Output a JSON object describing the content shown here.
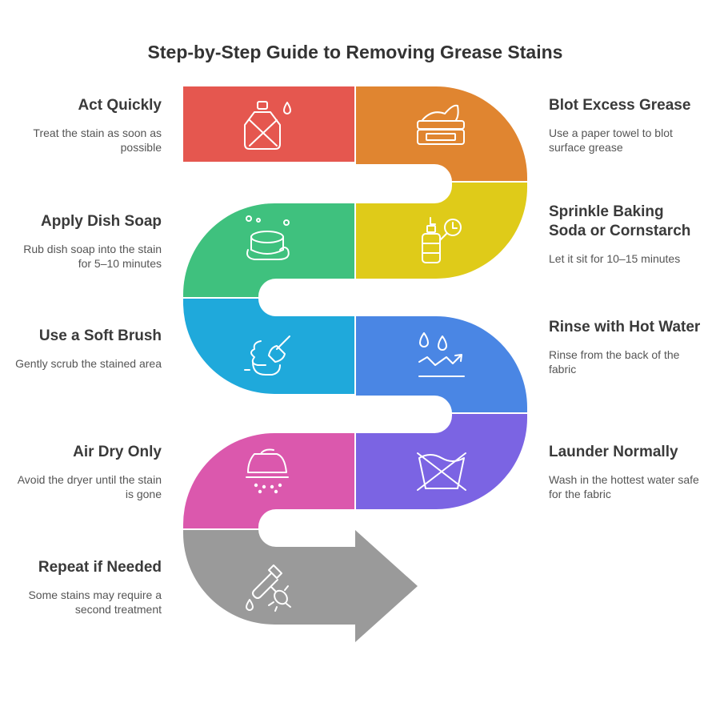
{
  "title": "Step-by-Step Guide to Removing Grease Stains",
  "steps": [
    {
      "title": "Act Quickly",
      "desc": "Treat the stain as soon as possible",
      "color": "#E5574F",
      "icon": "bottle-icon"
    },
    {
      "title": "Blot Excess Grease",
      "desc": "Use a paper towel to blot surface grease",
      "color": "#E08530",
      "icon": "cream-jar-icon"
    },
    {
      "title": "Sprinkle Baking Soda or Cornstarch",
      "desc": "Let it sit for 10–15 minutes",
      "color": "#DFCB19",
      "icon": "spray-bottle-timer-icon"
    },
    {
      "title": "Apply Dish Soap",
      "desc": "Rub dish soap into the stain for 5–10 minutes",
      "color": "#3FC17E",
      "icon": "soap-icon"
    },
    {
      "title": "Use a Soft Brush",
      "desc": "Gently scrub the stained area",
      "color": "#1FA9DB",
      "icon": "brush-icon"
    },
    {
      "title": "Rinse with Hot Water",
      "desc": "Rinse from the back of the fabric",
      "color": "#4A86E4",
      "icon": "water-drops-icon"
    },
    {
      "title": "Launder Normally",
      "desc": "Wash in the hottest water safe for the fabric",
      "color": "#7B64E3",
      "icon": "no-wash-icon"
    },
    {
      "title": "Air Dry Only",
      "desc": "Avoid the dryer until the stain is gone",
      "color": "#DB58AD",
      "icon": "steam-iron-icon"
    },
    {
      "title": "Repeat if Needed",
      "desc": "Some stains may require a second treatment",
      "color": "#9A9A9A",
      "icon": "dropper-bug-icon"
    }
  ]
}
